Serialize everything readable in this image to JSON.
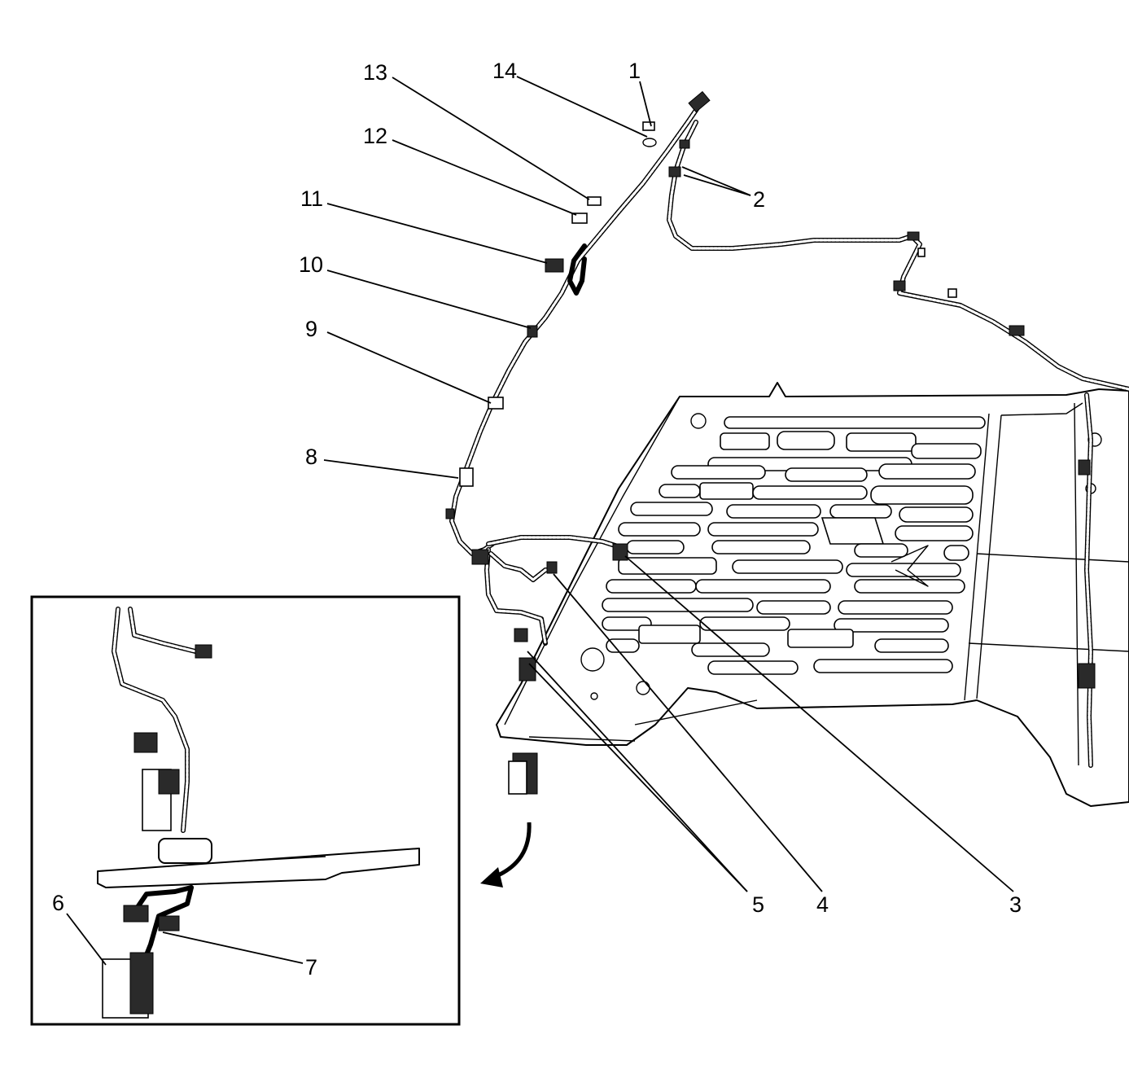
{
  "diagram": {
    "callouts": [
      "1",
      "2",
      "3",
      "4",
      "5",
      "6",
      "7",
      "8",
      "9",
      "10",
      "11",
      "12",
      "13",
      "14"
    ]
  }
}
